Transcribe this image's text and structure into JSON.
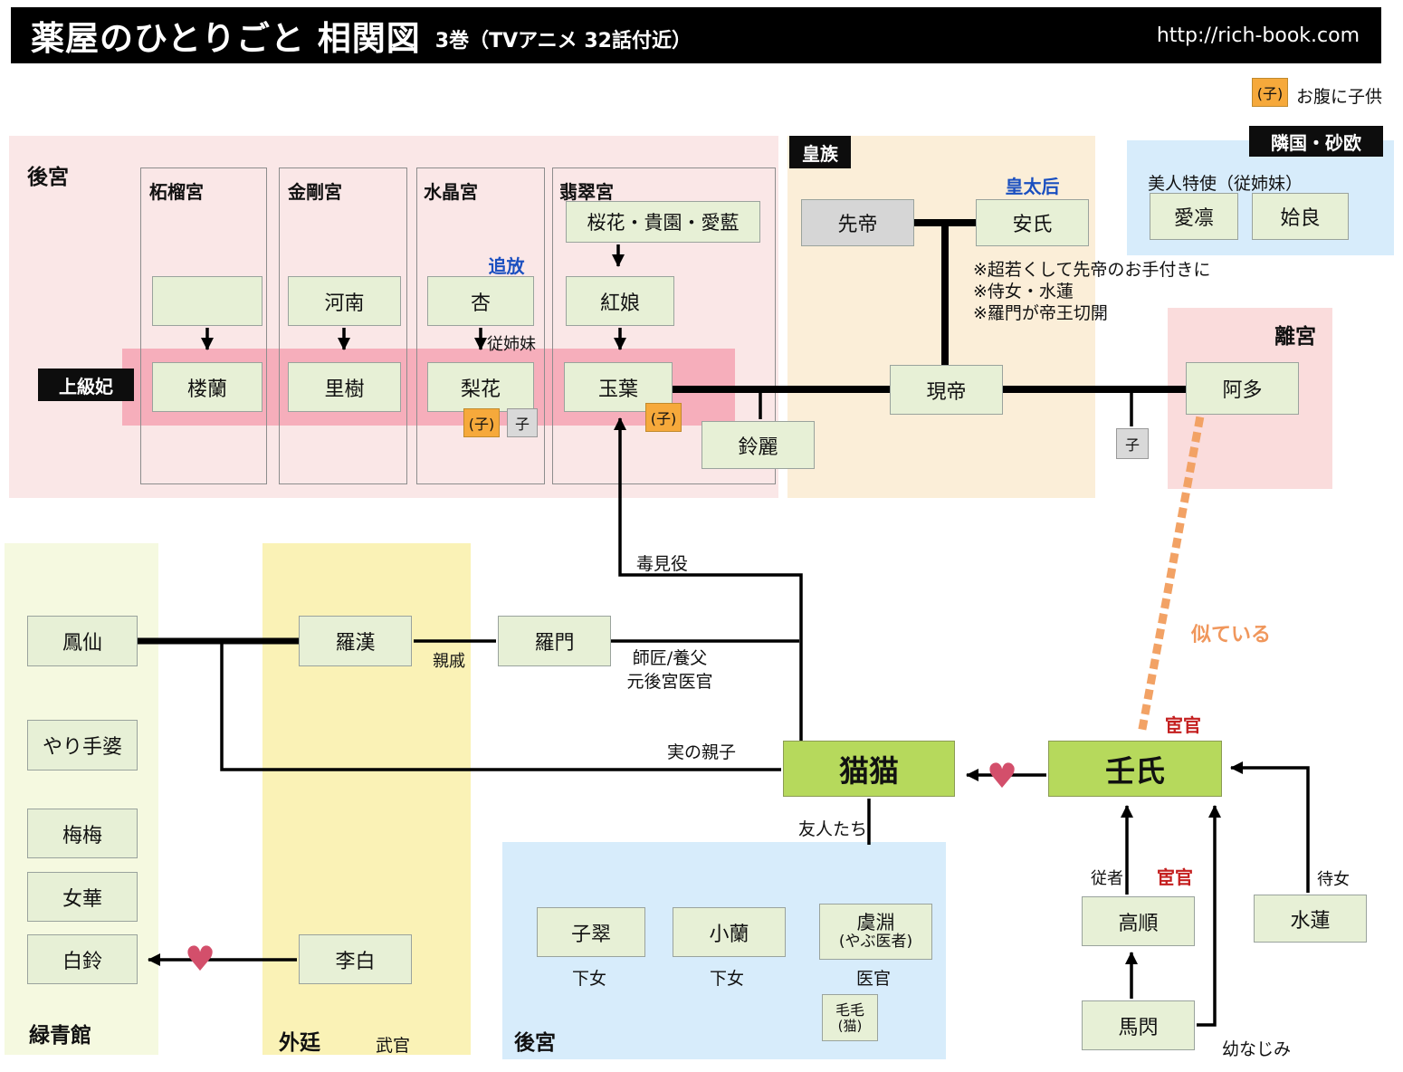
{
  "header": {
    "title": "薬屋のひとりごと 相関図",
    "subtitle": "3巻（TVアニメ 32話付近）",
    "url": "http://rich-book.com"
  },
  "legend": {
    "child_mark": "(子)",
    "child_note": "お腹に子供"
  },
  "regions": {
    "rear_palace": "後宮",
    "imperial": "皇族",
    "neighbor": "隣国・砂欧",
    "neighbor_sub": "美人特使（従姉妹）",
    "detached_palace": "離宮",
    "brothel": "緑青館",
    "outer_court": "外廷",
    "outer_court_sub": "武官",
    "rear_palace_bottom": "後宮"
  },
  "palaces": {
    "garnet": "柘榴宮",
    "diamond": "金剛宮",
    "crystal": "水晶宮",
    "jade": "翡翠宮"
  },
  "labels": {
    "senior_consorts": "上級妃",
    "crown_dowager": "皇太后",
    "banished": "追放",
    "cousins": "従姉妹",
    "note1": "※超若くして先帝のお手付きに",
    "note2": "※侍女・水蓮",
    "note3": "※羅門が帝王切開",
    "resembles": "似ている",
    "eunuch_jinshi": "宦官",
    "eunuch_gaoshun": "宦官",
    "food_taster": "毒見役",
    "mentor": "師匠/養父",
    "former_court_doctor": "元後宮医官",
    "relatives": "親戚",
    "real_parent_child": "実の親子",
    "friends": "友人たち",
    "servant_girl1": "下女",
    "servant_girl2": "下女",
    "court_doctor": "医官",
    "attendant": "従者",
    "lady_in_waiting": "待女",
    "childhood_friend": "幼なじみ"
  },
  "marks": {
    "child_paren": "(子)",
    "child": "子"
  },
  "icons": {
    "heart": "♥"
  },
  "characters": {
    "ladies_jade": "桜花・貴園・愛藍",
    "kanan": "河南",
    "anzu": "杏",
    "hongniang": "紅娘",
    "loulan": "楼蘭",
    "lishu": "里樹",
    "lihua": "梨花",
    "gyokuyou": "玉葉",
    "lingli": "鈴麗",
    "former_emperor": "先帝",
    "anshi": "安氏",
    "current_emperor": "現帝",
    "aduo": "阿多",
    "airin": "愛凛",
    "aira": "姶良",
    "fengxian": "鳳仙",
    "madam": "やり手婆",
    "meimei": "梅梅",
    "joka": "女華",
    "pairin": "白鈴",
    "lakan": "羅漢",
    "luomen": "羅門",
    "rihaku": "李白",
    "maomao": "猫猫",
    "jinshi": "壬氏",
    "shisui": "子翠",
    "xiaolan": "小蘭",
    "guen": "虞淵",
    "guen_sub": "(やぶ医者)",
    "maomao_cat": "毛毛",
    "maomao_cat_sub": "(猫)",
    "gaoshun": "高順",
    "suiren": "水蓮",
    "basen": "馬閃"
  }
}
